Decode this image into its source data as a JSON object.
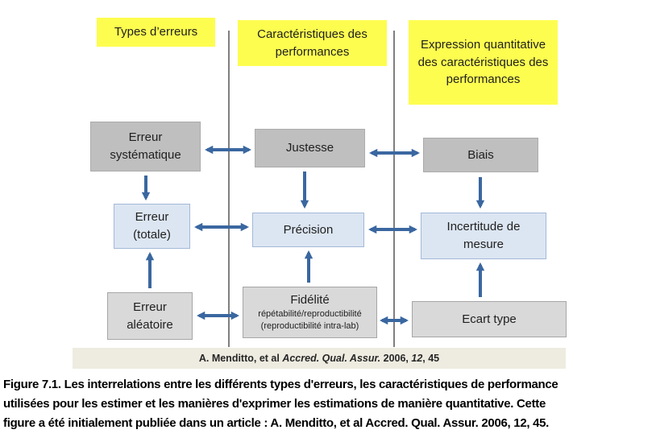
{
  "colors": {
    "header_yellow": "#FDFD50",
    "box_gray_dark": "#BFBFBF",
    "box_gray_light": "#D9D9D9",
    "box_blue_fill": "#DCE6F2",
    "box_blue_border": "#A3B8D8",
    "arrow_blue": "#3A67A0",
    "divider_gray": "#7F7F7F",
    "citation_bg": "#EEEBE0"
  },
  "headers": {
    "types": "Types d’erreurs",
    "caracteristiques": "Caractéristiques des performances",
    "expression": "Expression quantitative des caractéristiques des performances"
  },
  "nodes": {
    "erreur_systematique": "Erreur systématique",
    "justesse": "Justesse",
    "biais": "Biais",
    "erreur_totale": "Erreur (totale)",
    "precision": "Précision",
    "incertitude": "Incertitude de mesure",
    "erreur_aleatoire": "Erreur aléatoire",
    "fidelite": {
      "title": "Fidélité",
      "line2": "répétabilité/reproductibilité",
      "line3": "(reproductibilité intra-lab)"
    },
    "ecart_type": "Ecart type"
  },
  "citation": {
    "prefix": "A. Menditto, et al ",
    "journal_italic": "Accred. Qual. Assur.",
    "year_bold": " 2006, ",
    "volume_bold_italic": "12",
    "page_bold": ", 45"
  },
  "caption": {
    "line1": "Figure 7.1. Les interrelations entre les différents types d'erreurs, les caractéristiques de performance",
    "line2": "utilisées pour les estimer et les manières d'exprimer les estimations de manière quantitative. Cette",
    "line3": "figure a été initialement publiée dans un article : A. Menditto, et al Accred. Qual. Assur. 2006, 12, 45."
  }
}
